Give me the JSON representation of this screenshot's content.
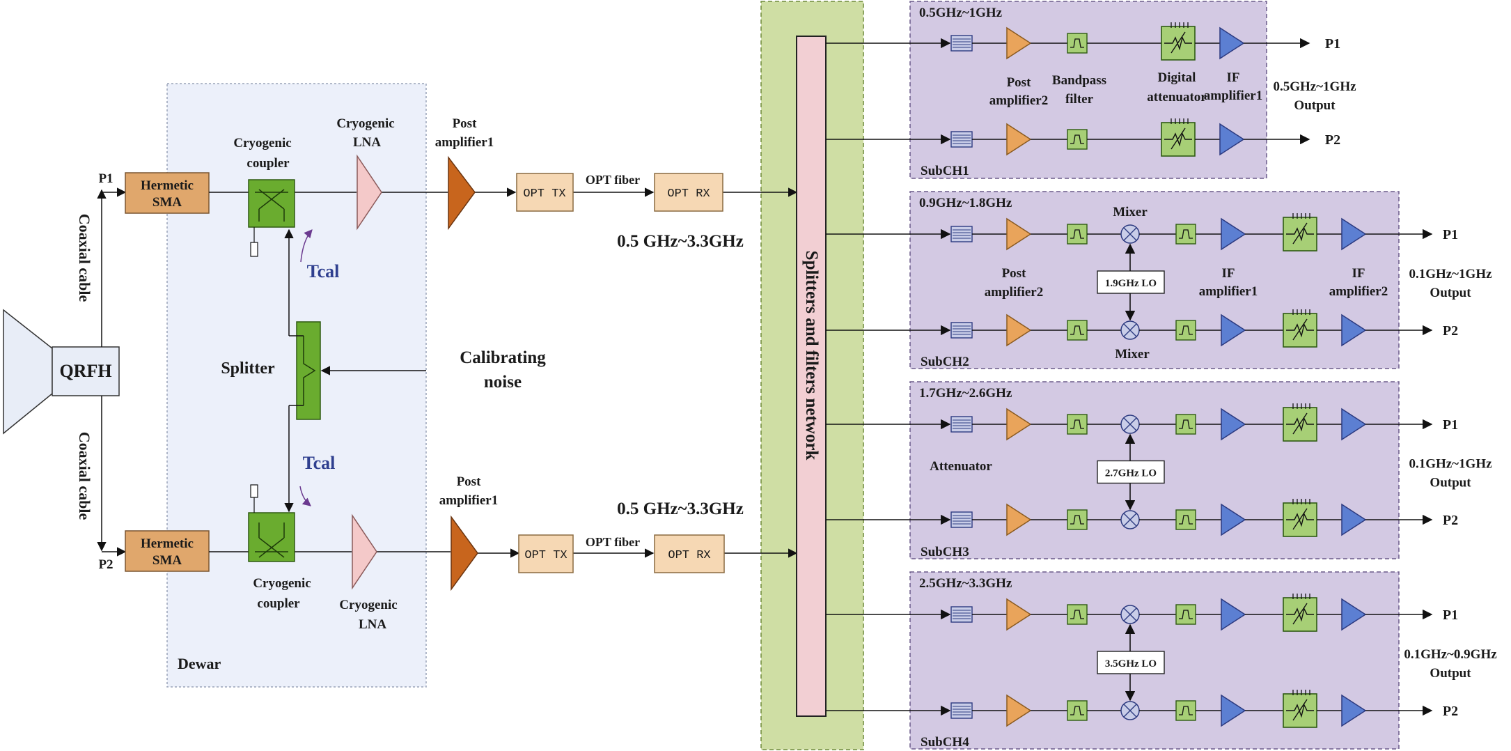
{
  "feed": {
    "label": "QRFH"
  },
  "coax": {
    "top_label": "Coaxial cable",
    "bottom_label": "Coaxial cable"
  },
  "ports": {
    "p1": "P1",
    "p2": "P2"
  },
  "dewar": {
    "label": "Dewar"
  },
  "hermetic": {
    "line1": "Hermetic",
    "line2": "SMA"
  },
  "coupler": {
    "line1": "Cryogenic",
    "line2": "coupler"
  },
  "lna": {
    "line1": "Cryogenic",
    "line2": "LNA"
  },
  "tcal": "Tcal",
  "splitter_label": "Splitter",
  "cal_noise": {
    "line1": "Calibrating",
    "line2": "noise"
  },
  "post1": {
    "line1": "Post",
    "line2": "amplifier1"
  },
  "opt": {
    "tx": "OPT TX",
    "rx": "OPT RX",
    "fiber": "OPT fiber"
  },
  "band_full": "0.5 GHz~3.3GHz",
  "network_label": "Splitters and filters network",
  "subchannels": [
    {
      "name": "SubCH1",
      "range": "0.5GHz~1GHz",
      "output_line1": "0.5GHz~1GHz",
      "output_line2": "Output"
    },
    {
      "name": "SubCH2",
      "range": "0.9GHz~1.8GHz",
      "lo": "1.9GHz LO",
      "output_line1": "0.1GHz~1GHz",
      "output_line2": "Output"
    },
    {
      "name": "SubCH3",
      "range": "1.7GHz~2.6GHz",
      "lo": "2.7GHz LO",
      "output_line1": "0.1GHz~1GHz",
      "output_line2": "Output"
    },
    {
      "name": "SubCH4",
      "range": "2.5GHz~3.3GHz",
      "lo": "3.5GHz LO",
      "output_line1": "0.1GHz~0.9GHz",
      "output_line2": "Output"
    }
  ],
  "sub_labels": {
    "post2": {
      "line1": "Post",
      "line2": "amplifier2"
    },
    "bandpass": {
      "line1": "Bandpass",
      "line2": "filter"
    },
    "digital_att": {
      "line1": "Digital",
      "line2": "attenuator"
    },
    "if1": {
      "line1": "IF",
      "line2": "amplifier1"
    },
    "if2": {
      "line1": "IF",
      "line2": "amplifier2"
    },
    "mixer": "Mixer",
    "attenuator": "Attenuator"
  },
  "colors": {
    "dewar_bg": "#ecf0fa",
    "network_bg": "#cfdea4",
    "subch_bg": "#d3c9e3",
    "hermetic": "#e0a76c",
    "opt_box": "#f6d8b4",
    "coupler": "#6aac2f",
    "lna": "#f4c9c9",
    "post_amp1": "#c8651d",
    "post_amp2": "#e9a45b",
    "if_amp": "#5c7fd2",
    "filter": "#a7cf76",
    "attenuator": "#cfe3a0",
    "splitter_bar": "#f2cfd3"
  }
}
